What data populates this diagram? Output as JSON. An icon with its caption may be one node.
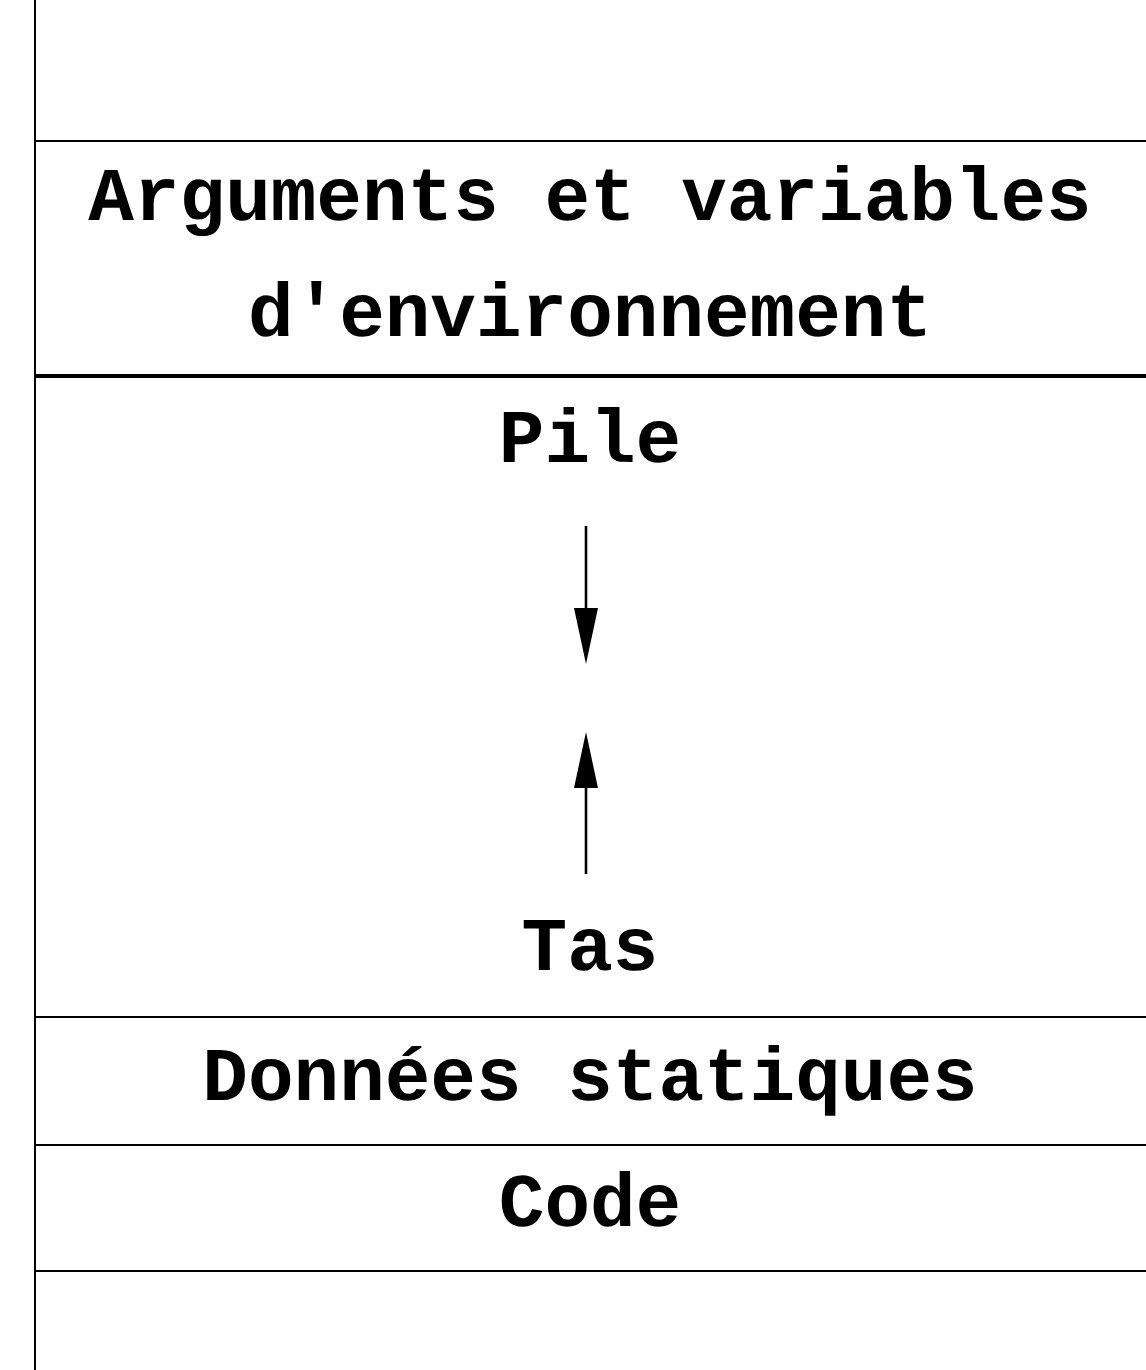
{
  "diagram": {
    "nodes": [
      {
        "text": [
          "Arguments et variables d'environnement"
        ]
      },
      {
        "text": [
          "Pile",
          "Tas"
        ]
      },
      {
        "text": [
          "Données statiques"
        ]
      },
      {
        "text": [
          "Code"
        ]
      }
    ]
  }
}
